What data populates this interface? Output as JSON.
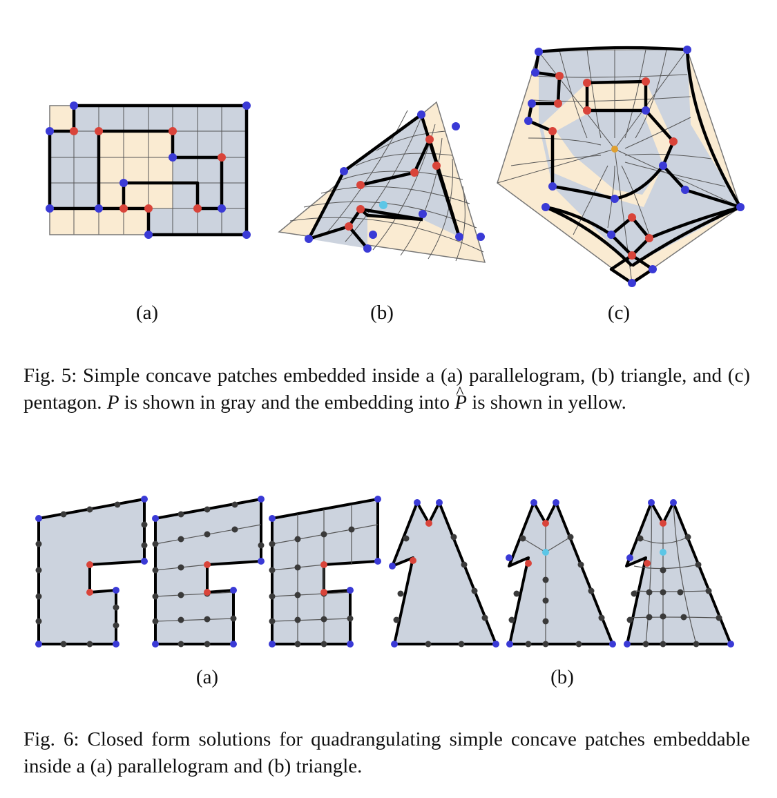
{
  "fig5": {
    "sublabels": [
      "(a)",
      "(b)",
      "(c)"
    ],
    "caption": {
      "prefix": "Fig. 5: Simple concave patches embedded inside a (a) parallelogram, (b) triangle, and (c) pentagon. ",
      "var_p": "P",
      "mid": " is shown in gray and the embedding into ",
      "var_phat": "P",
      "suffix": " is shown in yellow."
    }
  },
  "fig6": {
    "sublabels": [
      "(a)",
      "(b)"
    ],
    "caption": "Fig. 6: Closed form solutions for quadrangulating simple concave patches embeddable inside a (a) parallelogram and (b) triangle."
  },
  "colors": {
    "patch_gray": "#ccd3de",
    "embedding_yellow": "#faebd2",
    "boundary": "#000000",
    "corner_blue": "#3a3ad6",
    "concave_red": "#d9443a",
    "interior_cyan": "#5cc6e6",
    "center_gold": "#e0a030",
    "edge_node_dark": "#3a3a3a",
    "grid_line": "#555555"
  }
}
